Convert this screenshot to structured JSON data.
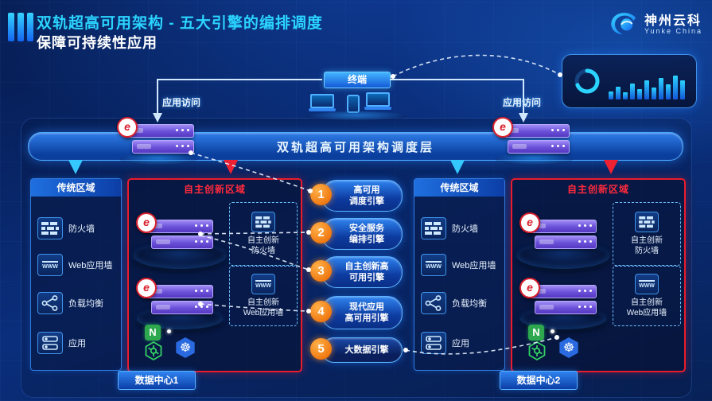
{
  "header": {
    "title": "双轨超高可用架构  -  五大引擎的编排调度",
    "subtitle": "保障可持续性应用",
    "logo_text": "神州云科",
    "logo_sub": "Yunke China"
  },
  "top": {
    "terminal": "终端",
    "access_left": "应用访问",
    "access_right": "应用访问"
  },
  "scheduler": {
    "label": "双轨超高可用架构调度层"
  },
  "dashboard": {
    "bars": [
      10,
      16,
      9,
      20,
      13,
      24,
      15,
      27,
      19,
      30,
      24
    ]
  },
  "engines": [
    {
      "num": "1",
      "label": "高可用\n调度引擎"
    },
    {
      "num": "2",
      "label": "安全服务\n编排引擎"
    },
    {
      "num": "3",
      "label": "自主创新高\n可用引擎"
    },
    {
      "num": "4",
      "label": "现代应用\n高可用引擎"
    },
    {
      "num": "5",
      "label": "大数据引擎"
    }
  ],
  "icons": {
    "nginx": "N",
    "k8s_wheel": "☸",
    "brand_letter": "e"
  },
  "datacenters": [
    {
      "name": "数据中心1",
      "traditional": {
        "title": "传统区域",
        "items": [
          {
            "label": "防火墙"
          },
          {
            "label": "Web应用墙"
          },
          {
            "label": "负载均衡"
          },
          {
            "label": "应用"
          }
        ]
      },
      "innovation": {
        "title": "自主创新区域",
        "firewall_label": "自主创新\n防火墙",
        "waf_label": "自主创新\nWeb应用墙"
      }
    },
    {
      "name": "数据中心2",
      "traditional": {
        "title": "传统区域",
        "items": [
          {
            "label": "防火墙"
          },
          {
            "label": "Web应用墙"
          },
          {
            "label": "负载均衡"
          },
          {
            "label": "应用"
          }
        ]
      },
      "innovation": {
        "title": "自主创新区域",
        "firewall_label": "自主创新\n防火墙",
        "waf_label": "自主创新\nWeb应用墙"
      }
    }
  ]
}
